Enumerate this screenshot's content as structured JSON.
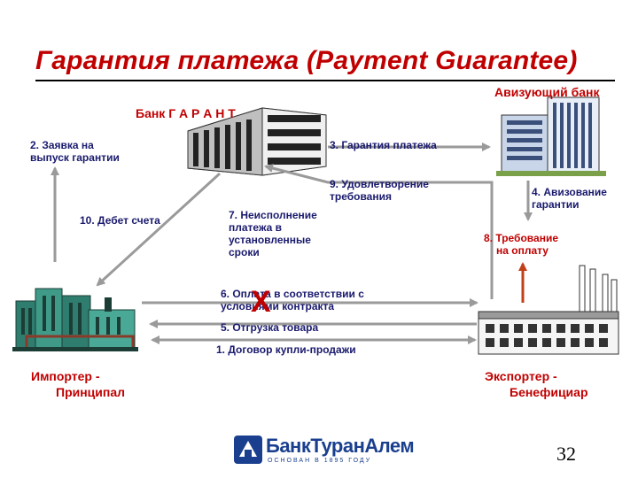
{
  "title": "Гарантия платежа (Payment Guarantee)",
  "parties": {
    "guarantor_bank": "Банк Г А Р А Н Т",
    "advising_bank": "Авизующий банк",
    "importer_line1": "Импортер -",
    "importer_line2": "Принципал",
    "exporter_line1": "Экспортер -",
    "exporter_line2": "Бенефициар"
  },
  "steps": {
    "s1": "1. Договор купли-продажи",
    "s2_l1": "2.  Заявка на",
    "s2_l2": "выпуск гарантии",
    "s3": "3. Гарантия платежа",
    "s4_l1": "4. Авизование",
    "s4_l2": "гарантии",
    "s5": "5. Отгрузка товара",
    "s6_l1": "6. Оплата в соответствии с",
    "s6_l2": "условиями контракта",
    "s7_l1": "7. Неисполнение",
    "s7_l2": "платежа в",
    "s7_l3": "установленные",
    "s7_l4": "сроки",
    "s8_l1": "8. Требование",
    "s8_l2": "на оплату",
    "s9_l1": "9. Удовлетворение",
    "s9_l2": "требования",
    "s10": "10. Дебет счета"
  },
  "cross_mark": "X",
  "logo": {
    "name": "БанкТуранАлем",
    "subtitle": "ОСНОВАН В 1895 ГОДУ"
  },
  "page_number": "32",
  "colors": {
    "title": "#c00000",
    "labels": "#1a1a6e",
    "arrows": "#9a9a9a",
    "accent_arrow": "#c0401a",
    "logo": "#1a3f8f"
  }
}
